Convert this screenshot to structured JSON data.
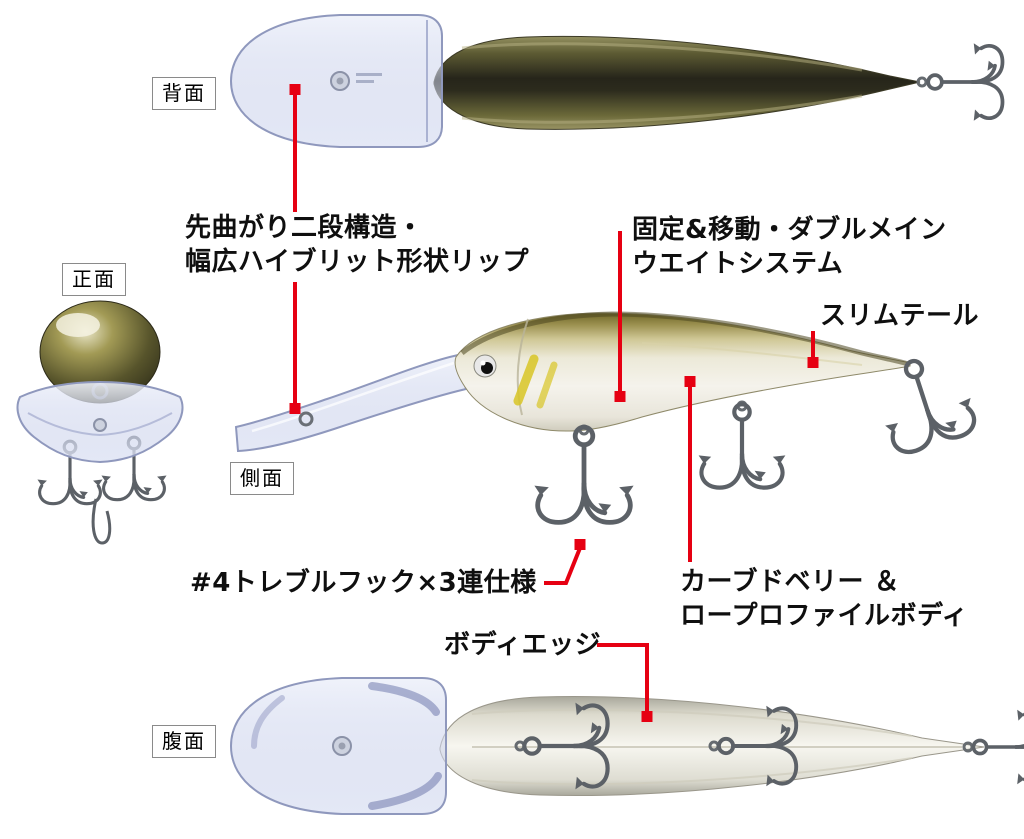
{
  "colors": {
    "annotation_red": "#e60012",
    "label_border": "#8a8a8a",
    "text": "#0f0f0f"
  },
  "view_labels": {
    "back": "背面",
    "front": "正面",
    "side": "側面",
    "belly": "腹面"
  },
  "annotations": {
    "lip": {
      "line1": "先曲がり二段構造・",
      "line2": "幅広ハイブリット形状リップ"
    },
    "weight": {
      "line1": "固定&移動・ダブルメイン",
      "line2": "ウエイトシステム"
    },
    "slim_tail": {
      "label": "スリムテール"
    },
    "treble_hook": {
      "label": "#4トレブルフック×3連仕様"
    },
    "body_edge": {
      "label": "ボディエッジ"
    },
    "curved_belly": {
      "line1": "カーブドベリー ＆",
      "line2": "ロープロファイルボディ"
    }
  }
}
